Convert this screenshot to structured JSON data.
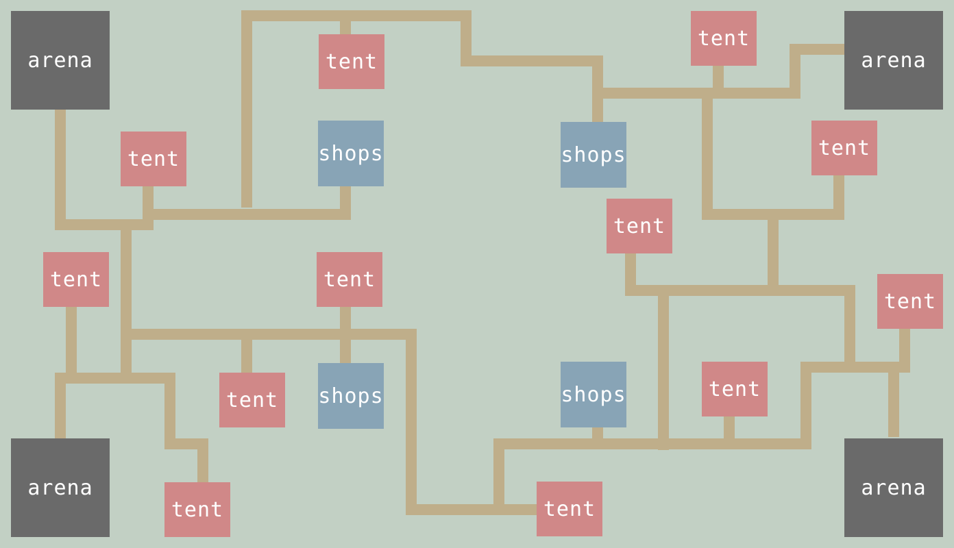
{
  "labels": {
    "arena": "arena",
    "tent": "tent",
    "shops": "shops"
  },
  "colors": {
    "background": "#c2d0c4",
    "path": "#bfae8a",
    "arena": "#6a6a6a",
    "tent": "#d08888",
    "shops": "#88a4b6",
    "label": "#ffffff"
  }
}
